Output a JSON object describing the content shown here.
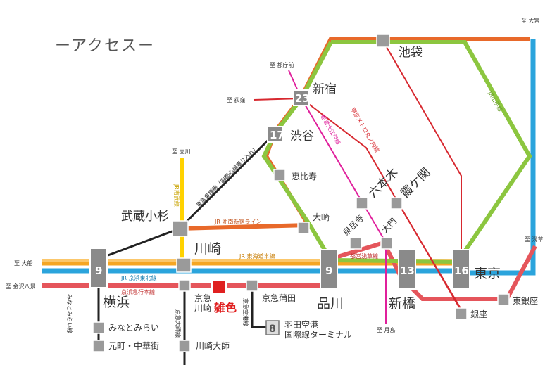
{
  "heading": "ーアクセスー",
  "colors": {
    "jr_yamanote": "#8cc63f",
    "jr_saikyo": "#e8692a",
    "jr_keihin": "#2ba4dc",
    "keikyu": "#e5555b",
    "jr_tokaido": "#f5a623",
    "jr_nambu": "#ffd200",
    "marunouchi": "#d7282f",
    "oedo": "#e0209c",
    "shop": "#e02020"
  },
  "stations": {
    "ikebukuro": "池袋",
    "shinjuku": "新宿",
    "shibuya": "渋谷",
    "ebisu": "恵比寿",
    "osaki": "大崎",
    "gotanda": "泉岳寺",
    "daimon": "大門",
    "roppongi": "六本木",
    "kasumigaseki": "霞ケ関",
    "shinagawa": "品川",
    "shimbashi": "新橋",
    "tokyo": "東京",
    "ginza": "銀座",
    "higashiginza": "東銀座",
    "musashikosugi": "武蔵小杉",
    "kawasaki": "川崎",
    "yokohama": "横浜",
    "minatomirai": "みなとみらい",
    "motomachi": "元町・中華街",
    "kawasakidaishi": "川崎大師",
    "keikyu_kamata": "京急蒲田",
    "keikyu_kawasaki": "京急\n川崎",
    "haneda": "羽田空港\n国際線ターミナル"
  },
  "shop": {
    "label": "雑色"
  },
  "numbers": {
    "shinjuku": "23",
    "shibuya": "17",
    "yokohama": "9",
    "shinagawa": "9",
    "shimbashi": "13",
    "tokyo": "16",
    "haneda": "8"
  },
  "destinations": {
    "omiya": "至 大宮",
    "tochomae": "至 都庁前",
    "ogikubo": "至 荻窪",
    "tachikawa": "至 立川",
    "ofuna": "至 大船",
    "kanazawahakkei": "至 金沢八景",
    "asakusa": "至 浅草",
    "tsukishima": "至 月島"
  },
  "line_labels": {
    "keihin_tohoku": "JR 京浜東北線",
    "keikyu_main": "京浜急行本線",
    "tokaido": "JR 東海道本線",
    "shonan_shinjuku": "JR 湘南新宿ライン",
    "nambu": "JR南武線",
    "yamanote": "JR山手線",
    "marunouchi": "東京メトロ丸ノ内線",
    "oedo": "都営大江戸線",
    "asakusa": "都営浅草線",
    "minatomirai_line": "みなとみらい線",
    "daishi": "京急大師線",
    "kuko": "京急空港線",
    "toyoko": "東急東横線（副都心線乗り入れ）"
  }
}
